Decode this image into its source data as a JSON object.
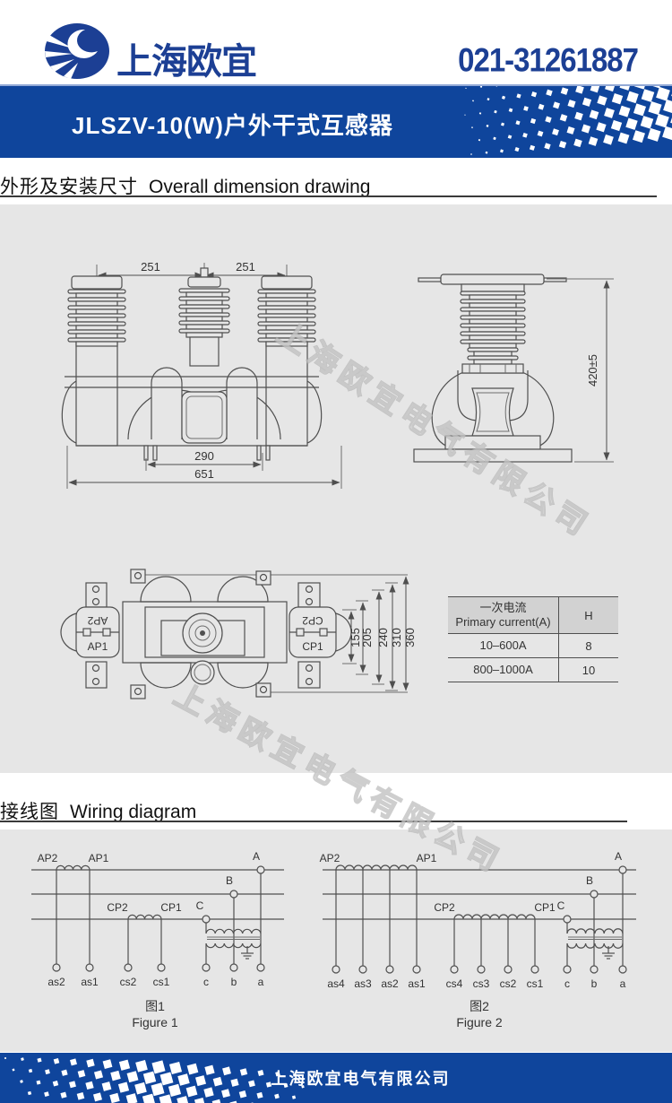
{
  "header": {
    "brand": "上海欧宜",
    "phone": "021-31261887"
  },
  "banner": {
    "title": "JLSZV-10(W)户外干式互感器"
  },
  "section_dimension": {
    "zh": "外形及安装尺寸",
    "en": "Overall dimension drawing"
  },
  "section_wiring": {
    "zh": "接线图",
    "en": "Wiring diagram"
  },
  "front_view": {
    "dim_left": "251",
    "dim_right": "251",
    "dim_inner": "290",
    "dim_outer": "651"
  },
  "side_view": {
    "dim_height": "420±5"
  },
  "top_view": {
    "ap2": "AP2",
    "ap1": "AP1",
    "cp2": "CP2",
    "cp1": "CP1",
    "dims": [
      "155",
      "205",
      "240",
      "310",
      "360"
    ]
  },
  "spec_table": {
    "col1_zh": "一次电流",
    "col1_en": "Primary current(A)",
    "col2": "H",
    "rows": [
      [
        "10–600A",
        "8"
      ],
      [
        "800–1000A",
        "10"
      ]
    ]
  },
  "figure1": {
    "ap2": "AP2",
    "ap1": "AP1",
    "cp2": "CP2",
    "cp1": "CP1",
    "a": "A",
    "b": "B",
    "c": "C",
    "terminals": [
      "as2",
      "as1",
      "cs2",
      "cs1",
      "c",
      "b",
      "a"
    ],
    "caption_zh": "图1",
    "caption_en": "Figure 1"
  },
  "figure2": {
    "ap2": "AP2",
    "ap1": "AP1",
    "cp2": "CP2",
    "cp1": "CP1",
    "a": "A",
    "b": "B",
    "c": "C",
    "terminals": [
      "as4",
      "as3",
      "as2",
      "as1",
      "cs4",
      "cs3",
      "cs2",
      "cs1",
      "c",
      "b",
      "a"
    ],
    "caption_zh": "图2",
    "caption_en": "Figure 2"
  },
  "watermark": {
    "text": "上海欧宜电气有限公司"
  },
  "footer": {
    "company": "上海欧宜电气有限公司"
  },
  "colors": {
    "brand_blue": "#1c3f94",
    "banner_blue": "#0f459c",
    "panel_gray": "#e6e6e6",
    "table_header_gray": "#d2d2d2",
    "line_gray": "#4f4f4f"
  }
}
